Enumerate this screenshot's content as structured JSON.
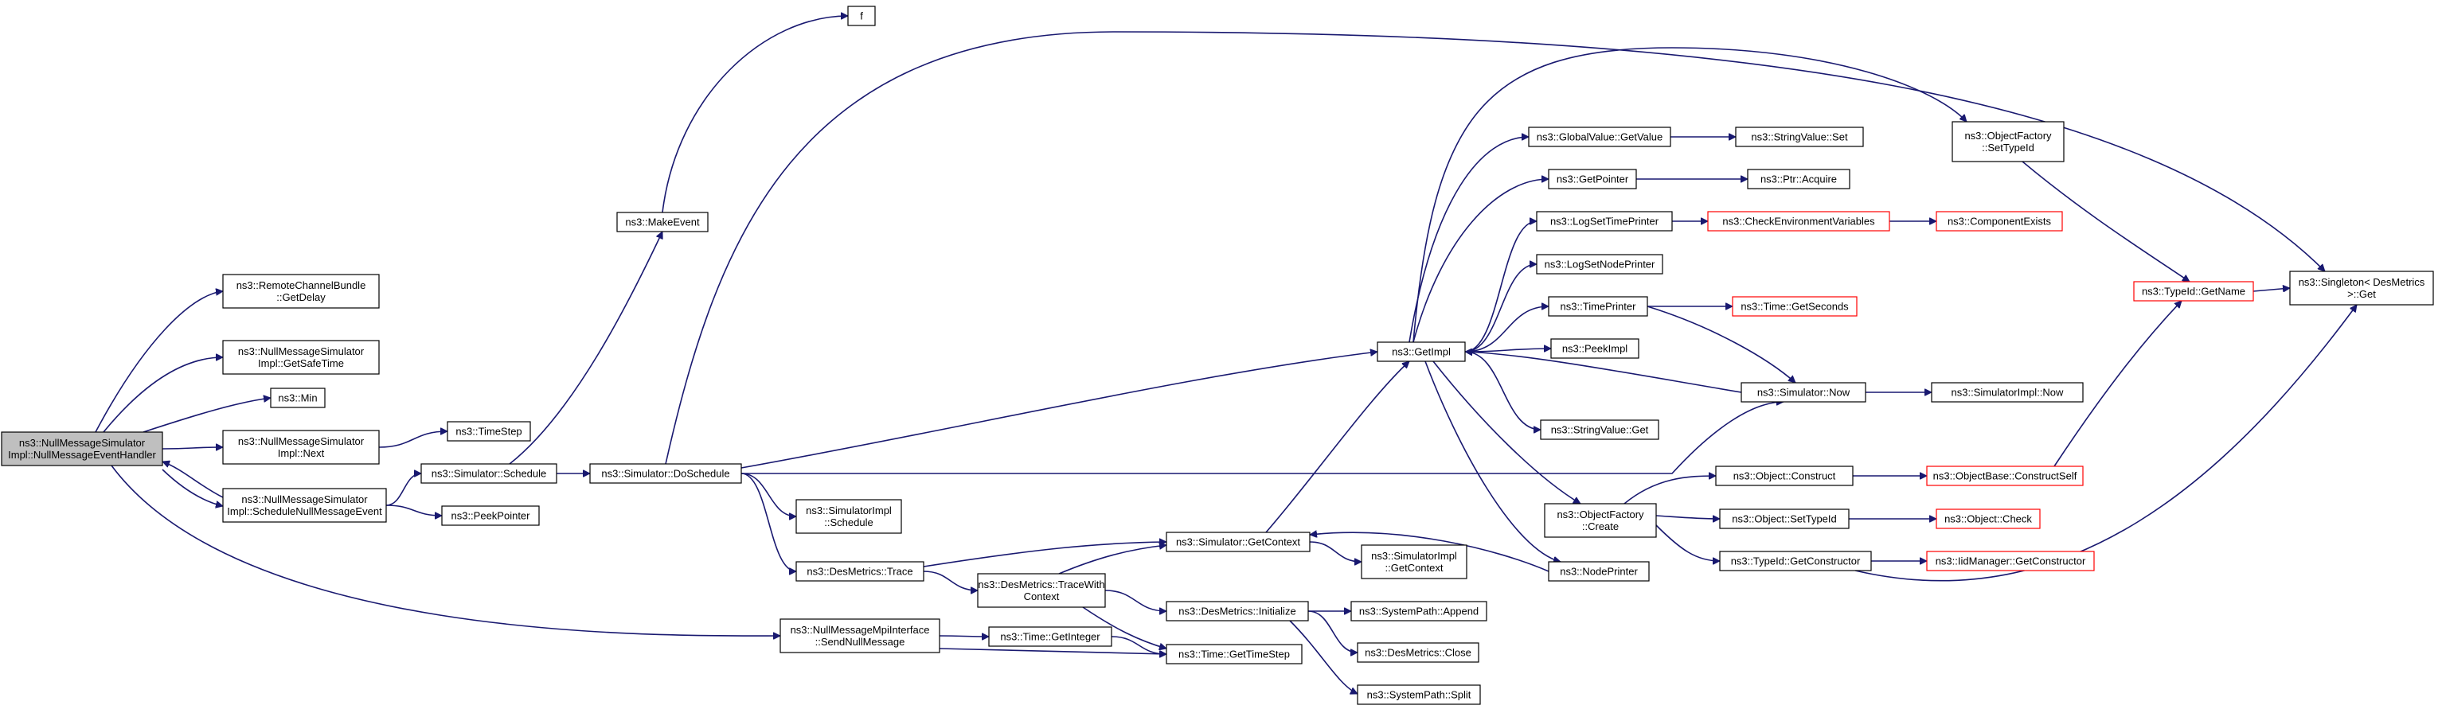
{
  "diagram": {
    "colors": {
      "edge": "#191970",
      "border": "#000000",
      "truncated_border": "#ff0000",
      "root_fill": "#bfbfbf",
      "fill": "#ffffff"
    },
    "nodes": [
      {
        "id": "root",
        "lines": [
          "ns3::NullMessageSimulator",
          "Impl::NullMessageEventHandler"
        ],
        "root": true
      },
      {
        "id": "rcb",
        "lines": [
          "ns3::RemoteChannelBundle",
          "::GetDelay"
        ]
      },
      {
        "id": "safetime",
        "lines": [
          "ns3::NullMessageSimulator",
          "Impl::GetSafeTime"
        ]
      },
      {
        "id": "min",
        "lines": [
          "ns3::Min"
        ]
      },
      {
        "id": "next",
        "lines": [
          "ns3::NullMessageSimulator",
          "Impl::Next"
        ]
      },
      {
        "id": "sched_null",
        "lines": [
          "ns3::NullMessageSimulator",
          "Impl::ScheduleNullMessageEvent"
        ]
      },
      {
        "id": "timestep",
        "lines": [
          "ns3::TimeStep"
        ]
      },
      {
        "id": "sim_schedule",
        "lines": [
          "ns3::Simulator::Schedule"
        ]
      },
      {
        "id": "peekpointer",
        "lines": [
          "ns3::PeekPointer"
        ]
      },
      {
        "id": "makeevent",
        "lines": [
          "ns3::MakeEvent"
        ]
      },
      {
        "id": "f",
        "lines": [
          "f"
        ]
      },
      {
        "id": "doschedule",
        "lines": [
          "ns3::Simulator::DoSchedule"
        ]
      },
      {
        "id": "simimpl_sched",
        "lines": [
          "ns3::SimulatorImpl",
          "::Schedule"
        ]
      },
      {
        "id": "trace",
        "lines": [
          "ns3::DesMetrics::Trace"
        ]
      },
      {
        "id": "send_null",
        "lines": [
          "ns3::NullMessageMpiInterface",
          "::SendNullMessage"
        ]
      },
      {
        "id": "tracewith",
        "lines": [
          "ns3::DesMetrics::TraceWith",
          "Context"
        ]
      },
      {
        "id": "getinteger",
        "lines": [
          "ns3::Time::GetInteger"
        ]
      },
      {
        "id": "getcontext",
        "lines": [
          "ns3::Simulator::GetContext"
        ]
      },
      {
        "id": "gettimestep",
        "lines": [
          "ns3::Time::GetTimeStep"
        ]
      },
      {
        "id": "initialize",
        "lines": [
          "ns3::DesMetrics::Initialize"
        ]
      },
      {
        "id": "simimpl_getctx",
        "lines": [
          "ns3::SimulatorImpl",
          "::GetContext"
        ]
      },
      {
        "id": "append",
        "lines": [
          "ns3::SystemPath::Append"
        ]
      },
      {
        "id": "close",
        "lines": [
          "ns3::DesMetrics::Close"
        ]
      },
      {
        "id": "split",
        "lines": [
          "ns3::SystemPath::Split"
        ]
      },
      {
        "id": "getimpl",
        "lines": [
          "ns3::GetImpl"
        ]
      },
      {
        "id": "gv_getvalue",
        "lines": [
          "ns3::GlobalValue::GetValue"
        ]
      },
      {
        "id": "getpointer",
        "lines": [
          "ns3::GetPointer"
        ]
      },
      {
        "id": "logsettime",
        "lines": [
          "ns3::LogSetTimePrinter"
        ]
      },
      {
        "id": "logsetnode",
        "lines": [
          "ns3::LogSetNodePrinter"
        ]
      },
      {
        "id": "timeprinter",
        "lines": [
          "ns3::TimePrinter"
        ]
      },
      {
        "id": "peekimpl",
        "lines": [
          "ns3::PeekImpl"
        ]
      },
      {
        "id": "sv_get",
        "lines": [
          "ns3::StringValue::Get"
        ]
      },
      {
        "id": "of_create",
        "lines": [
          "ns3::ObjectFactory",
          "::Create"
        ]
      },
      {
        "id": "nodeprinter",
        "lines": [
          "ns3::NodePrinter"
        ]
      },
      {
        "id": "sv_set",
        "lines": [
          "ns3::StringValue::Set"
        ]
      },
      {
        "id": "ptr_acquire",
        "lines": [
          "ns3::Ptr::Acquire"
        ]
      },
      {
        "id": "checkenv",
        "lines": [
          "ns3::CheckEnvironmentVariables"
        ],
        "truncated": true
      },
      {
        "id": "compexists",
        "lines": [
          "ns3::ComponentExists"
        ],
        "truncated": true
      },
      {
        "id": "getseconds",
        "lines": [
          "ns3::Time::GetSeconds"
        ],
        "truncated": true
      },
      {
        "id": "sim_now",
        "lines": [
          "ns3::Simulator::Now"
        ]
      },
      {
        "id": "simimpl_now",
        "lines": [
          "ns3::SimulatorImpl::Now"
        ]
      },
      {
        "id": "obj_construct",
        "lines": [
          "ns3::Object::Construct"
        ]
      },
      {
        "id": "obj_settypeid",
        "lines": [
          "ns3::Object::SetTypeId"
        ]
      },
      {
        "id": "tid_getctor",
        "lines": [
          "ns3::TypeId::GetConstructor"
        ]
      },
      {
        "id": "constructself",
        "lines": [
          "ns3::ObjectBase::ConstructSelf"
        ],
        "truncated": true
      },
      {
        "id": "obj_check",
        "lines": [
          "ns3::Object::Check"
        ],
        "truncated": true
      },
      {
        "id": "iidm_getctor",
        "lines": [
          "ns3::IidManager::GetConstructor"
        ],
        "truncated": true
      },
      {
        "id": "of_settypeid",
        "lines": [
          "ns3::ObjectFactory",
          "::SetTypeId"
        ]
      },
      {
        "id": "tid_getname",
        "lines": [
          "ns3::TypeId::GetName"
        ],
        "truncated": true
      },
      {
        "id": "singleton",
        "lines": [
          "ns3::Singleton< DesMetrics",
          " >::Get"
        ]
      }
    ],
    "edges": [
      {
        "from": "root",
        "to": "rcb"
      },
      {
        "from": "root",
        "to": "safetime"
      },
      {
        "from": "root",
        "to": "min"
      },
      {
        "from": "root",
        "to": "next"
      },
      {
        "from": "root",
        "to": "sched_null"
      },
      {
        "from": "sched_null",
        "to": "root"
      },
      {
        "from": "root",
        "to": "send_null"
      },
      {
        "from": "next",
        "to": "timestep"
      },
      {
        "from": "sched_null",
        "to": "sim_schedule"
      },
      {
        "from": "sched_null",
        "to": "peekpointer"
      },
      {
        "from": "sim_schedule",
        "to": "makeevent"
      },
      {
        "from": "sim_schedule",
        "to": "doschedule"
      },
      {
        "from": "makeevent",
        "to": "f"
      },
      {
        "from": "doschedule",
        "to": "simimpl_sched"
      },
      {
        "from": "doschedule",
        "to": "trace"
      },
      {
        "from": "doschedule",
        "to": "getimpl"
      },
      {
        "from": "doschedule",
        "to": "sim_now"
      },
      {
        "from": "doschedule",
        "to": "singleton"
      },
      {
        "from": "trace",
        "to": "tracewith"
      },
      {
        "from": "trace",
        "to": "getcontext"
      },
      {
        "from": "send_null",
        "to": "getinteger"
      },
      {
        "from": "send_null",
        "to": "gettimestep"
      },
      {
        "from": "tracewith",
        "to": "getcontext"
      },
      {
        "from": "tracewith",
        "to": "gettimestep"
      },
      {
        "from": "tracewith",
        "to": "initialize"
      },
      {
        "from": "getinteger",
        "to": "gettimestep"
      },
      {
        "from": "getcontext",
        "to": "getimpl"
      },
      {
        "from": "getcontext",
        "to": "simimpl_getctx"
      },
      {
        "from": "nodeprinter",
        "to": "getcontext"
      },
      {
        "from": "initialize",
        "to": "append"
      },
      {
        "from": "initialize",
        "to": "close"
      },
      {
        "from": "initialize",
        "to": "split"
      },
      {
        "from": "getimpl",
        "to": "gv_getvalue"
      },
      {
        "from": "getimpl",
        "to": "getpointer"
      },
      {
        "from": "getimpl",
        "to": "logsettime"
      },
      {
        "from": "getimpl",
        "to": "logsetnode"
      },
      {
        "from": "getimpl",
        "to": "timeprinter"
      },
      {
        "from": "getimpl",
        "to": "peekimpl"
      },
      {
        "from": "getimpl",
        "to": "sv_get"
      },
      {
        "from": "getimpl",
        "to": "of_create"
      },
      {
        "from": "getimpl",
        "to": "nodeprinter"
      },
      {
        "from": "getimpl",
        "to": "of_settypeid"
      },
      {
        "from": "sim_now",
        "to": "getimpl"
      },
      {
        "from": "sim_now",
        "to": "simimpl_now"
      },
      {
        "from": "gv_getvalue",
        "to": "sv_set"
      },
      {
        "from": "getpointer",
        "to": "ptr_acquire"
      },
      {
        "from": "logsettime",
        "to": "checkenv"
      },
      {
        "from": "checkenv",
        "to": "compexists"
      },
      {
        "from": "timeprinter",
        "to": "getseconds"
      },
      {
        "from": "timeprinter",
        "to": "sim_now"
      },
      {
        "from": "of_create",
        "to": "obj_construct"
      },
      {
        "from": "of_create",
        "to": "obj_settypeid"
      },
      {
        "from": "of_create",
        "to": "tid_getctor"
      },
      {
        "from": "obj_construct",
        "to": "constructself"
      },
      {
        "from": "obj_settypeid",
        "to": "obj_check"
      },
      {
        "from": "tid_getctor",
        "to": "iidm_getctor"
      },
      {
        "from": "tid_getctor",
        "to": "singleton"
      },
      {
        "from": "constructself",
        "to": "tid_getname"
      },
      {
        "from": "of_settypeid",
        "to": "tid_getname"
      },
      {
        "from": "tid_getname",
        "to": "singleton"
      }
    ]
  }
}
